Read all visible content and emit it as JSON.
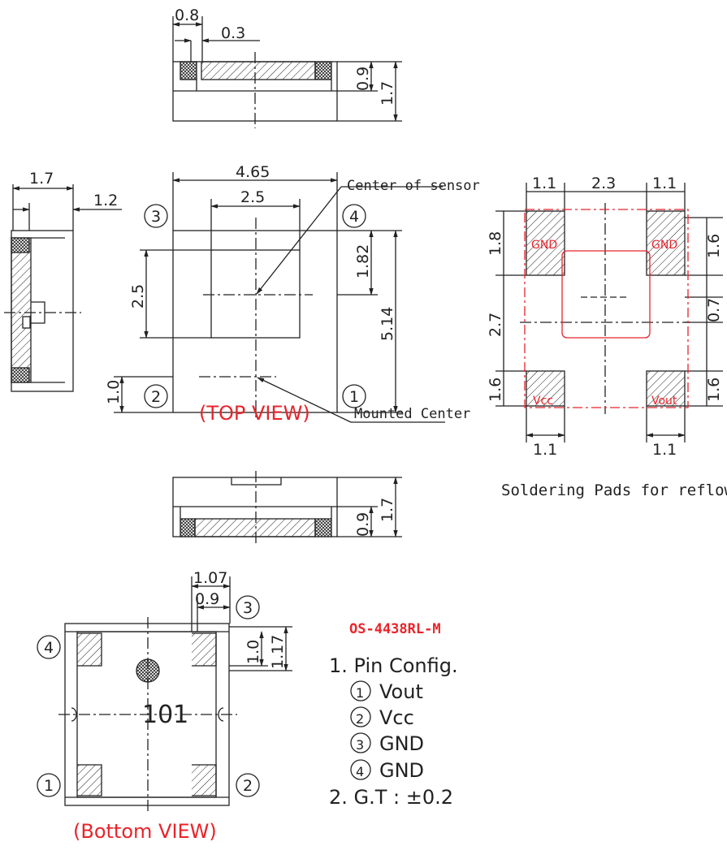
{
  "top_section": {
    "side_dims": {
      "w_total": "0.8",
      "w_small": "0.3",
      "h_inner": "0.9",
      "h_total": "1.7"
    }
  },
  "left_side": {
    "w_total": "1.7",
    "w_inner": "1.2"
  },
  "top_view": {
    "width": "4.65",
    "inner_width": "2.5",
    "inner_height": "2.5",
    "offset_top": "1.82",
    "height": "5.14",
    "offset_bottom": "1.0",
    "label": "(TOP VIEW)",
    "center_of_sensor": "Center of sensor",
    "mounted_center": "Mounted Center",
    "pin_labels": {
      "p1": "1",
      "p2": "2",
      "p3": "3",
      "p4": "4"
    }
  },
  "bottom_side": {
    "h_inner": "0.9",
    "h_total": "1.7"
  },
  "pads": {
    "w_left": "1.1",
    "gap": "2.3",
    "w_right": "1.1",
    "h_top_left": "1.8",
    "h_top_right": "1.6",
    "h_mid_left": "2.7",
    "h_mid_right": "0.7",
    "h_bot_left": "1.6",
    "h_bot_right": "1.6",
    "w_bot_left": "1.1",
    "w_bot_right": "1.1",
    "pad_gnd_left": "GND",
    "pad_gnd_right": "GND",
    "pad_vcc": "Vcc",
    "pad_vout": "Vout",
    "caption": "Soldering Pads for reflow soldering"
  },
  "bottom_view": {
    "w_outer": "1.07",
    "w_inner": "0.9",
    "h_inner": "1.0",
    "h_outer": "1.17",
    "marking": "101",
    "label": "(Bottom VIEW)",
    "pin_labels": {
      "p1": "1",
      "p2": "2",
      "p3": "3",
      "p4": "4"
    }
  },
  "spec": {
    "part_number": "OS-4438RL-M",
    "title": "1. Pin Config.",
    "pins": [
      {
        "num": "1",
        "name": "Vout"
      },
      {
        "num": "2",
        "name": "Vcc"
      },
      {
        "num": "3",
        "name": "GND"
      },
      {
        "num": "4",
        "name": "GND"
      }
    ],
    "tolerance": "2. G.T : ±0.2"
  },
  "colors": {
    "accent_red": "#e8242a",
    "line": "#222222"
  }
}
